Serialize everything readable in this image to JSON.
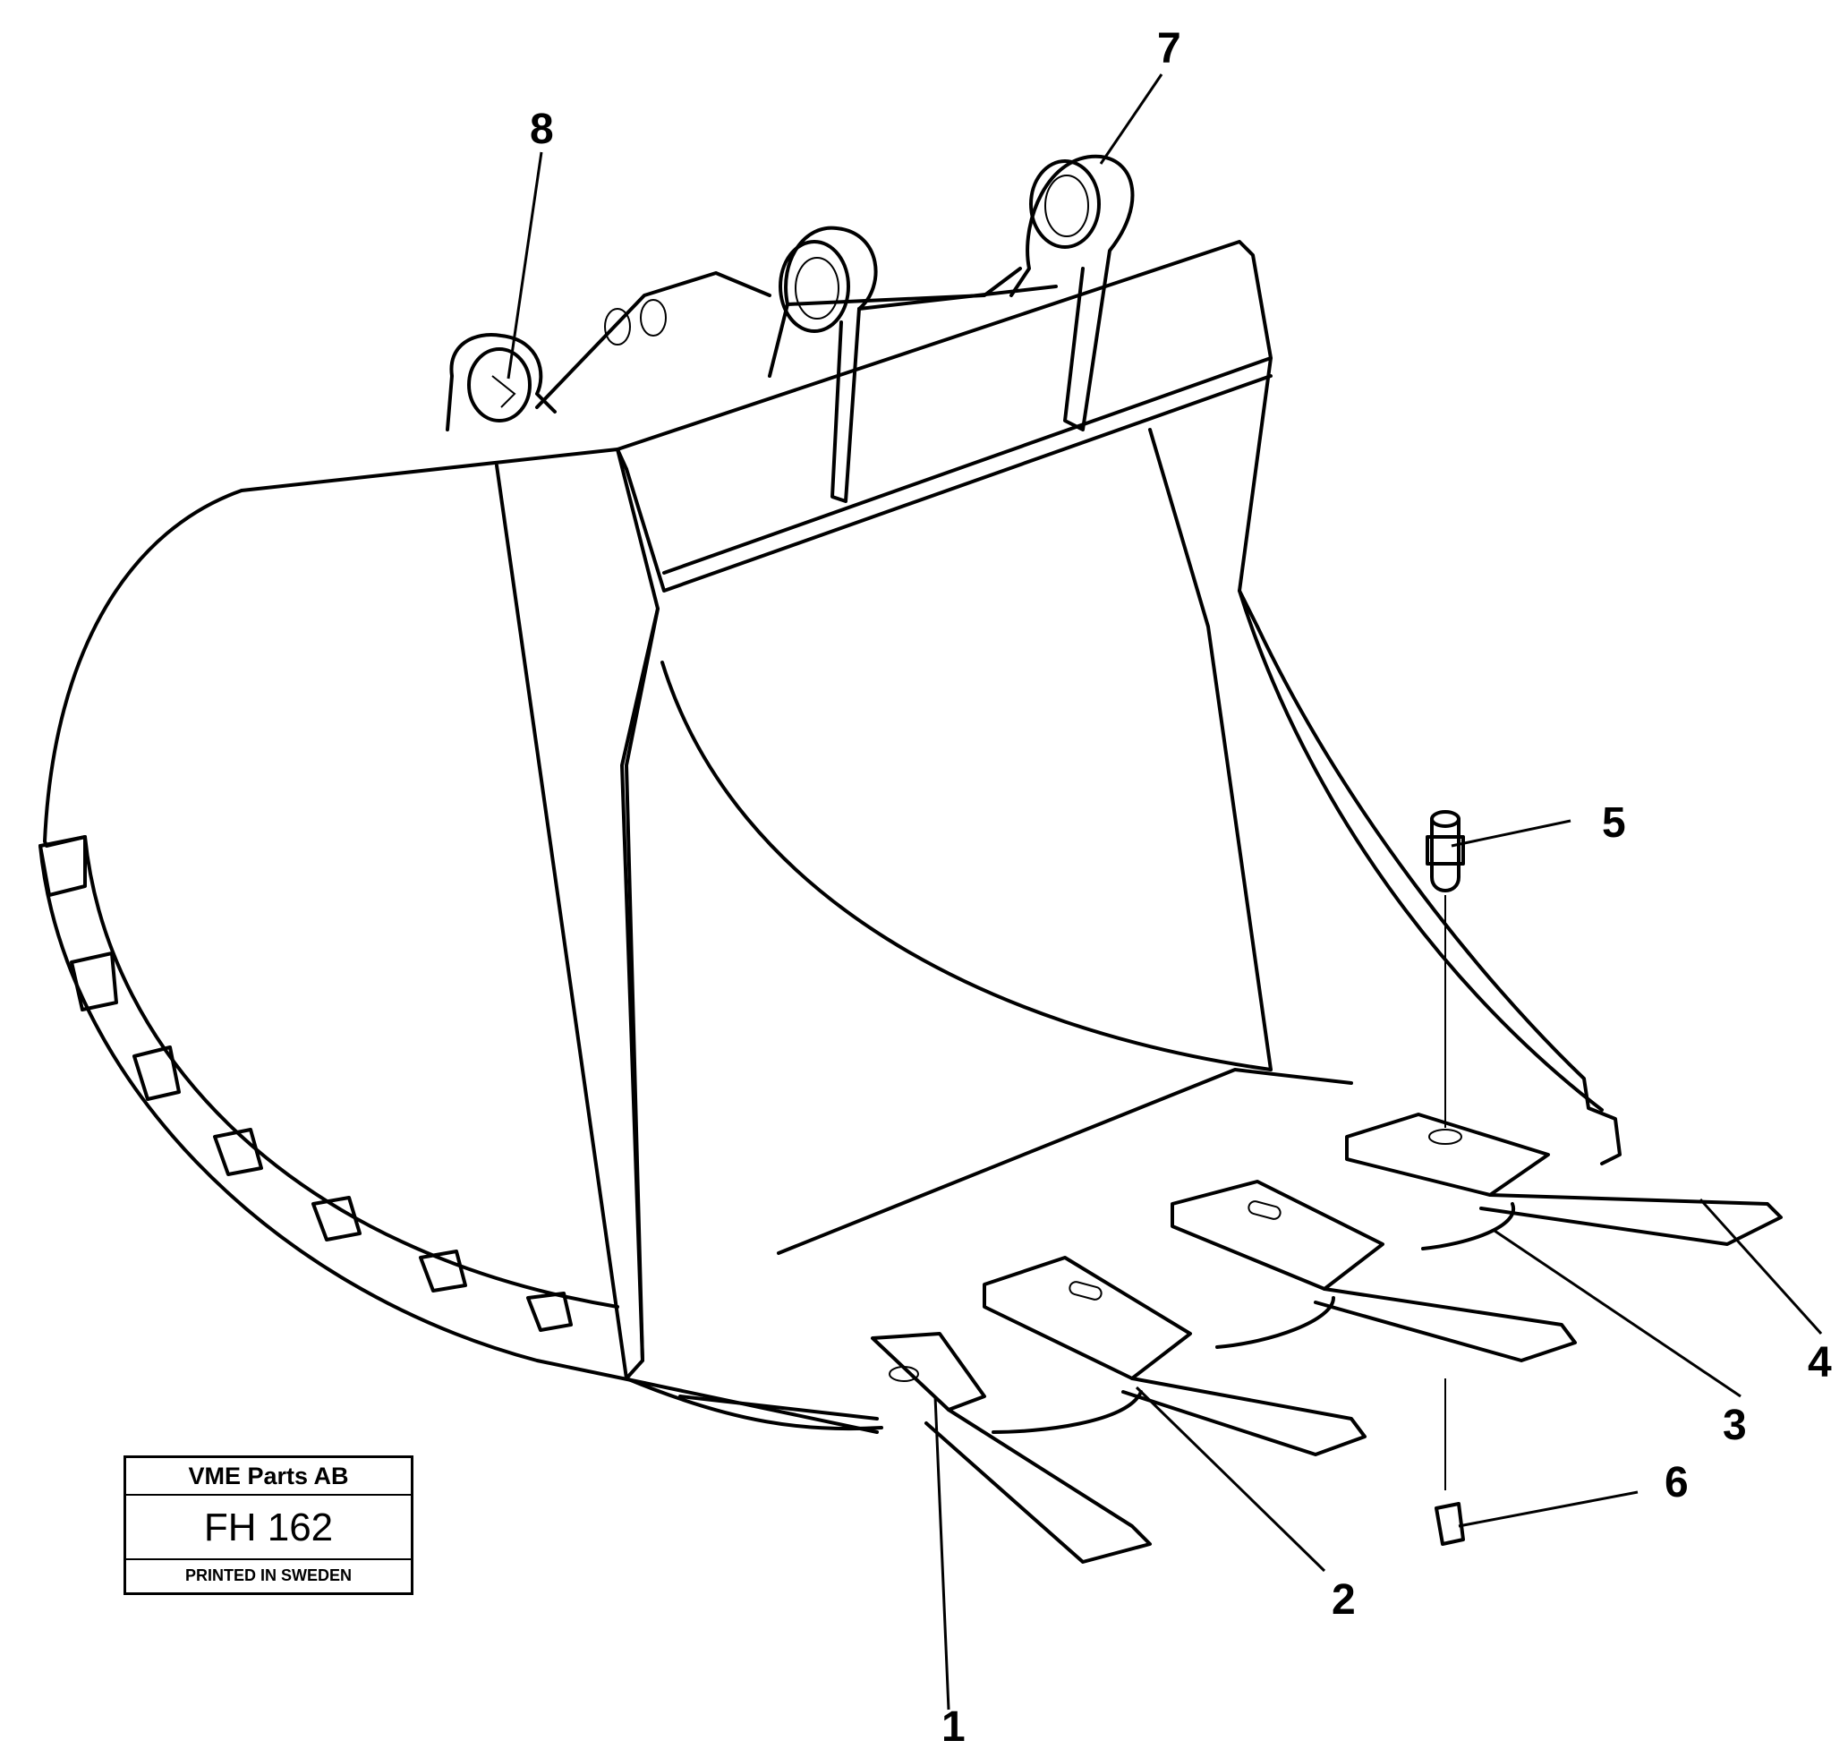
{
  "callouts": [
    {
      "id": "1",
      "label": "1"
    },
    {
      "id": "2",
      "label": "2"
    },
    {
      "id": "3",
      "label": "3"
    },
    {
      "id": "4",
      "label": "4"
    },
    {
      "id": "5",
      "label": "5"
    },
    {
      "id": "6",
      "label": "6"
    },
    {
      "id": "7",
      "label": "7"
    },
    {
      "id": "8",
      "label": "8"
    }
  ],
  "title_block": {
    "company": "VME Parts AB",
    "code": "FH 162",
    "note": "PRINTED IN SWEDEN"
  }
}
